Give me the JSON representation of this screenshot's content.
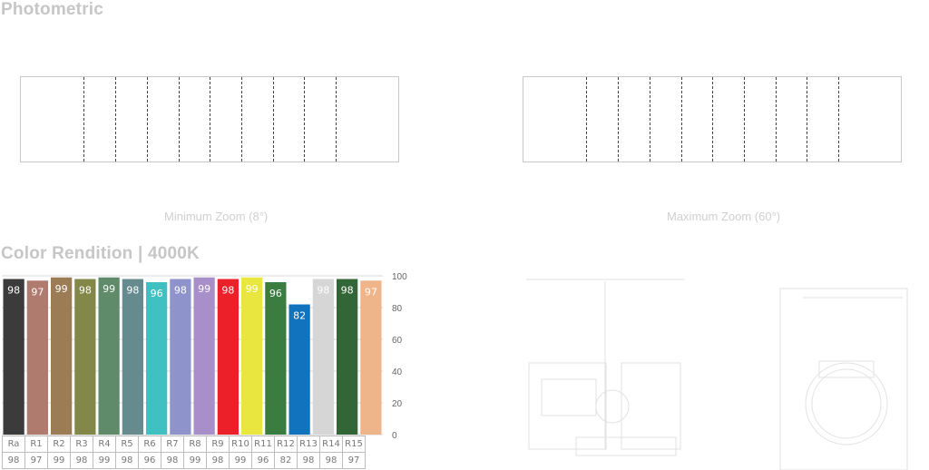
{
  "photometric": {
    "title": "Photometric",
    "min_zoom_label": "Minimum Zoom (8°)",
    "max_zoom_label": "Maximum Zoom (60°)"
  },
  "color_rendition": {
    "title": "Color Rendition | 4000K"
  },
  "chart_data": {
    "type": "bar",
    "categories": [
      "Ra",
      "R1",
      "R2",
      "R3",
      "R4",
      "R5",
      "R6",
      "R7",
      "R8",
      "R9",
      "R10",
      "R11",
      "R12",
      "R13",
      "R14",
      "R15"
    ],
    "values": [
      98,
      97,
      99,
      98,
      99,
      98,
      96,
      98,
      99,
      98,
      99,
      96,
      82,
      98,
      98,
      97
    ],
    "colors": [
      "#3b3b3b",
      "#b07b6f",
      "#9b7c55",
      "#838748",
      "#5f8b6a",
      "#668b8e",
      "#40c0c0",
      "#8f93cc",
      "#a88fca",
      "#eb2028",
      "#e9e640",
      "#3b7d41",
      "#1173bd",
      "#d6d6d6",
      "#336637",
      "#eeb58a"
    ],
    "label_colors": [
      "#fff",
      "#fff",
      "#fff",
      "#fff",
      "#fff",
      "#fff",
      "#fff",
      "#fff",
      "#fff",
      "#fff",
      "#fff",
      "#fff",
      "#fff",
      "#fff",
      "#fff",
      "#fff"
    ],
    "ylim": [
      0,
      100
    ],
    "yticks": [
      0,
      20,
      40,
      60,
      80,
      100
    ],
    "grid": true
  }
}
